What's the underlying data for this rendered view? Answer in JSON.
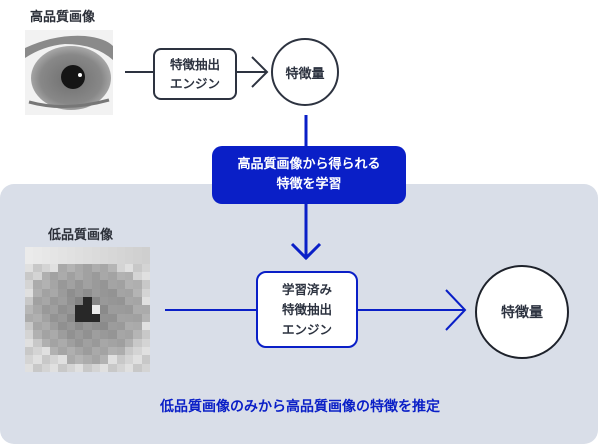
{
  "diagram": {
    "top": {
      "image_label": "高品質画像",
      "image_icon": "eye-photo-high-quality",
      "engine": {
        "line1": "特徴抽出",
        "line2": "エンジン"
      },
      "output": "特徴量"
    },
    "learn_box": {
      "line1": "高品質画像から得られる",
      "line2": "特徴を学習"
    },
    "bottom": {
      "image_label": "低品質画像",
      "image_icon": "eye-photo-pixelated",
      "engine": {
        "line1": "学習済み",
        "line2": "特徴抽出",
        "line3": "エンジン"
      },
      "output": "特徴量",
      "caption": "低品質画像のみから高品質画像の特徴を推定"
    },
    "colors": {
      "accent_blue": "#0a1fc7",
      "panel_bg": "#d9dee8",
      "dark_stroke": "#2d3340"
    }
  }
}
